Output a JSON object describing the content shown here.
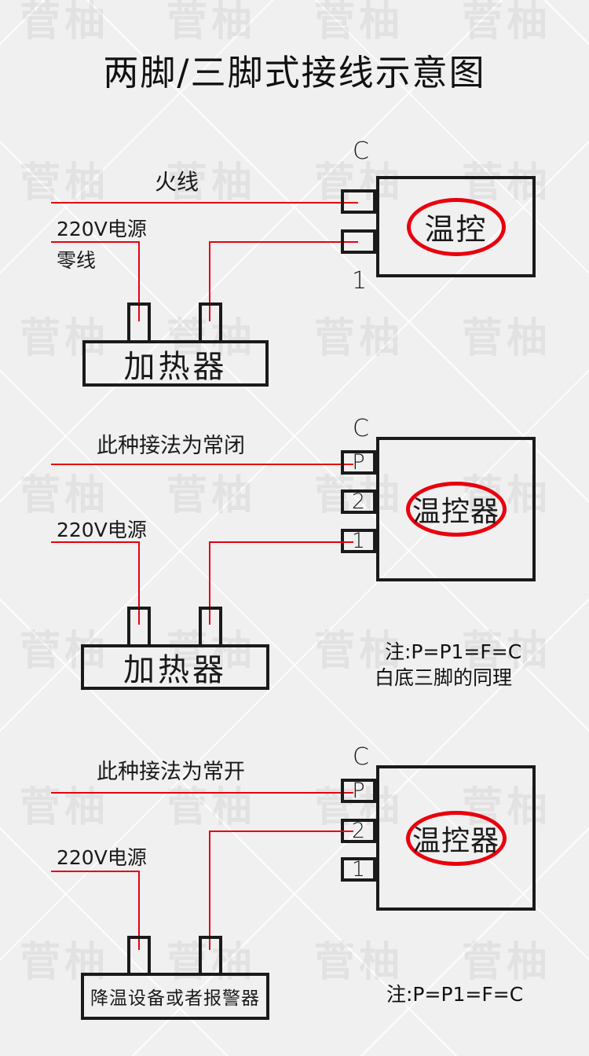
{
  "page": {
    "title": "两脚/三脚式接线示意图",
    "colors": {
      "background": "#f0f0f0",
      "ink": "#1a1a1a",
      "wire": "#e60012",
      "accent": "#e8000d"
    }
  },
  "watermark": {
    "text": "菅柚"
  },
  "diagrams": [
    {
      "name": "two-pin-wiring",
      "live_label": "火线",
      "power_label": "220V电源",
      "neutral_label": "零线",
      "terminal_top": "C",
      "terminal_bottom": "1",
      "device_label": "温控",
      "load_label": "加热器"
    },
    {
      "name": "three-pin-normally-closed",
      "caption": "此种接法为常闭",
      "corner_label": "C",
      "terminals": [
        "P",
        "2",
        "1"
      ],
      "power_label": "220V电源",
      "device_label": "温控器",
      "load_label": "加热器",
      "note_line1": "注:P=P1=F=C",
      "note_line2": "白底三脚的同理"
    },
    {
      "name": "three-pin-normally-open",
      "caption": "此种接法为常开",
      "corner_label": "C",
      "terminals": [
        "P",
        "2",
        "1"
      ],
      "power_label": "220V电源",
      "device_label": "温控器",
      "load_label": "降温设备或者报警器",
      "note_line1": "注:P=P1=F=C"
    }
  ]
}
